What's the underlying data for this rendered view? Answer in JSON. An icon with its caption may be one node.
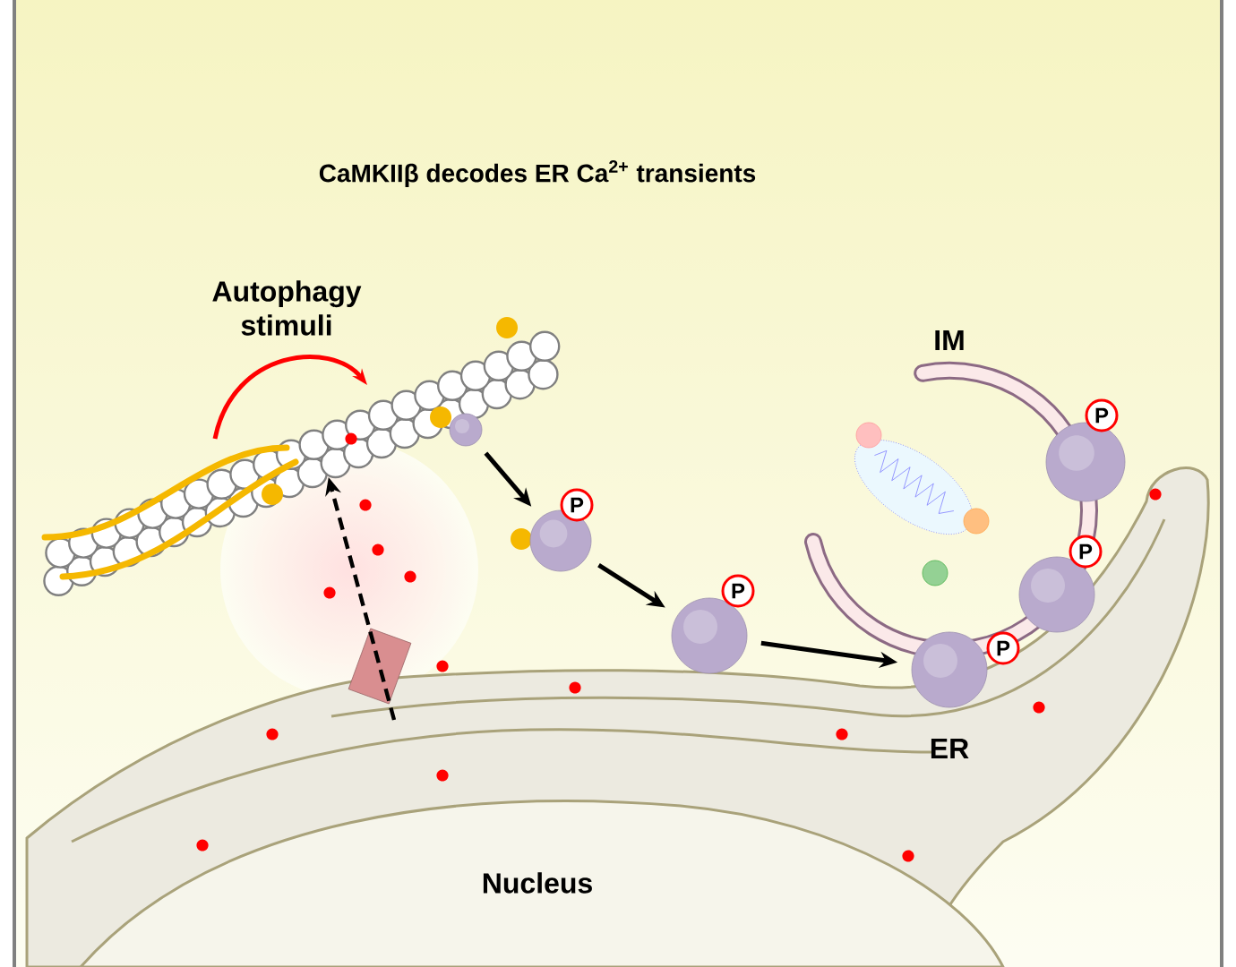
{
  "diagram": {
    "title": "CaMKIIβ  decodes ER Ca$^{2+}$ transients",
    "nodes": [
      {
        "text": [],
        "shape": "picture"
      },
      {
        "text": [],
        "shape": "box"
      },
      {
        "text": [],
        "shape": "circle",
        "in": 0
      },
      {
        "text": [],
        "shape": "circle"
      },
      {
        "text": [],
        "shape": "circle"
      },
      {
        "text": [],
        "shape": "circle"
      },
      {
        "text": [],
        "shape": "circle"
      },
      {
        "text": [],
        "shape": "circle"
      }
    ],
    "edges": [
      {
        "from": 1,
        "to": 0,
        "arrow": "to",
        "style": "dashed"
      },
      {
        "from": 2,
        "to": 3,
        "arrow": "to"
      },
      {
        "from": 3,
        "to": 4,
        "arrow": "to"
      },
      {
        "from": 4,
        "to": 5,
        "arrow": "to"
      }
    ],
    "labels": [
      "Autophagy stimuli",
      "IM",
      "P",
      "P",
      "P",
      "P",
      "P",
      "ER",
      "Nucleus"
    ]
  }
}
